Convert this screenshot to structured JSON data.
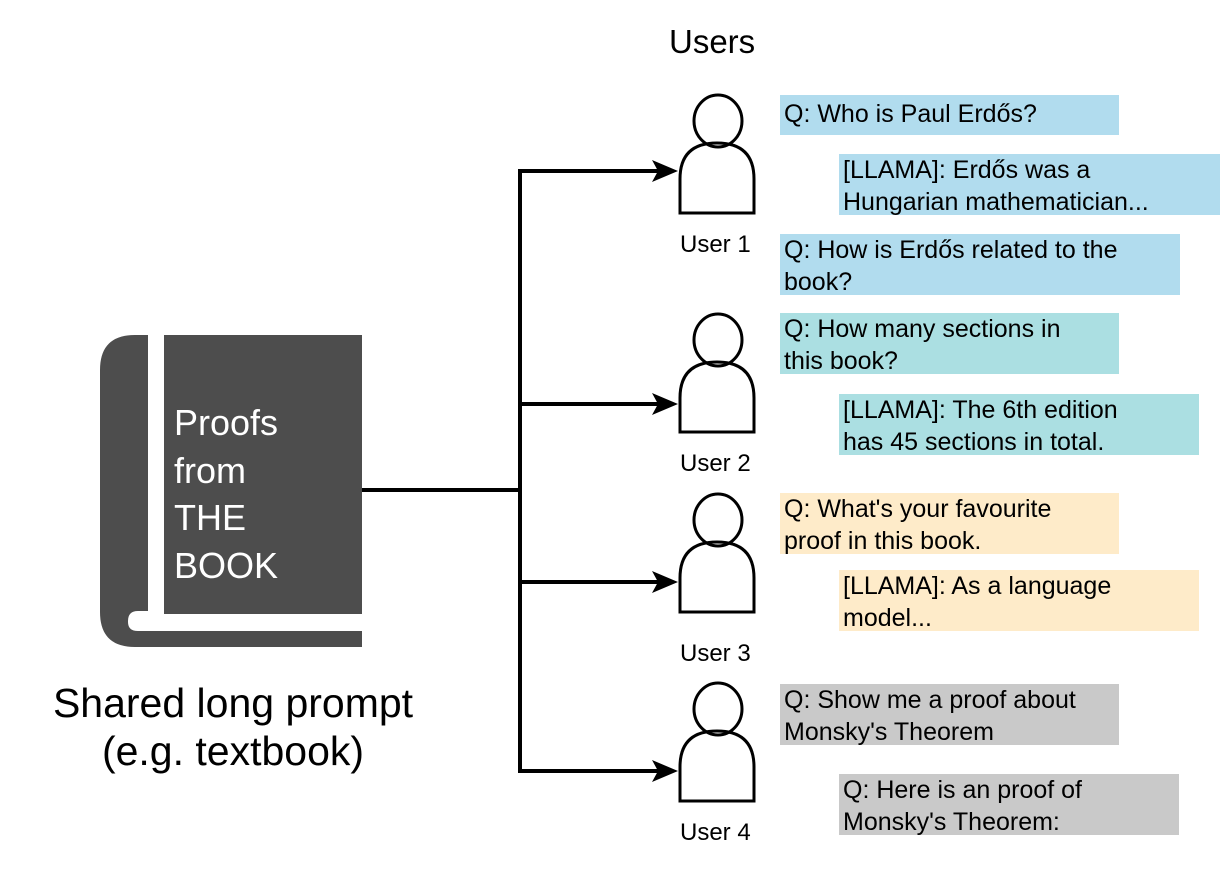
{
  "colors": {
    "book": "#4d4d4d",
    "user1": "#b1dcee",
    "user2": "#abdfe2",
    "user3": "#feebc9",
    "user4": "#c9c9c9",
    "stroke": "#000000"
  },
  "header": {
    "users_title": "Users"
  },
  "book": {
    "icon": "book-icon",
    "title_lines": [
      "Proofs",
      "from",
      "THE",
      "BOOK"
    ]
  },
  "caption": {
    "lines": [
      "Shared long prompt",
      "(e.g. textbook)"
    ]
  },
  "users": [
    {
      "label": "User 1",
      "icon": "user-icon",
      "messages": [
        {
          "lines": [
            "Q: Who is Paul Erdős?"
          ]
        },
        {
          "lines": [
            "[LLAMA]: Erdős was a",
            "Hungarian mathematician..."
          ]
        },
        {
          "lines": [
            "Q: How is Erdős related to the",
            "book?"
          ]
        }
      ]
    },
    {
      "label": "User 2",
      "icon": "user-icon",
      "messages": [
        {
          "lines": [
            "Q: How many sections in",
            "this book?"
          ]
        },
        {
          "lines": [
            "[LLAMA]: The 6th edition",
            "has 45 sections in total."
          ]
        }
      ]
    },
    {
      "label": "User 3",
      "icon": "user-icon",
      "messages": [
        {
          "lines": [
            "Q: What's your favourite",
            "proof in this book."
          ]
        },
        {
          "lines": [
            "[LLAMA]: As a language",
            "model..."
          ]
        }
      ]
    },
    {
      "label": "User 4",
      "icon": "user-icon",
      "messages": [
        {
          "lines": [
            "Q: Show me a proof about",
            "Monsky's Theorem"
          ]
        },
        {
          "lines": [
            "Q: Here is an proof of",
            "Monsky's Theorem:"
          ]
        }
      ]
    }
  ]
}
